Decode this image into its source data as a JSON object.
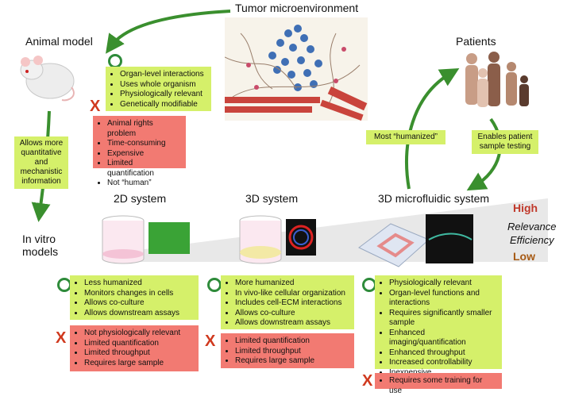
{
  "titles": {
    "tumor": "Tumor microenvironment",
    "animal": "Animal model",
    "patients": "Patients",
    "invitro_line1": "In vitro",
    "invitro_line2": "models",
    "sys2d": "2D system",
    "sys3d": "3D system",
    "sys3dmf": "3D microfluidic system"
  },
  "arrows": {
    "quantitative": [
      "Allows more",
      "quantitative",
      "and",
      "mechanistic",
      "information"
    ],
    "humanized": "Most “humanized”",
    "patient_testing": [
      "Enables patient",
      "sample testing"
    ]
  },
  "scale": {
    "high": "High",
    "relevance": "Relevance",
    "efficiency": "Efficiency",
    "low": "Low"
  },
  "symbols": {
    "pro": "O",
    "con": "X"
  },
  "animal": {
    "pros": [
      "Organ-level interactions",
      "Uses whole organism",
      "Physiologically relevant",
      "Genetically modifiable"
    ],
    "cons": [
      "Animal rights problem",
      "Time-consuming",
      "Expensive",
      "Limited quantification",
      "Not “human”"
    ]
  },
  "sys2d": {
    "pros": [
      "Less humanized",
      "Monitors changes in cells",
      "Allows co-culture",
      "Allows downstream assays"
    ],
    "cons": [
      "Not physiologically relevant",
      "Limited quantification",
      "Limited throughput",
      "Requires large sample"
    ]
  },
  "sys3d": {
    "pros": [
      "More humanized",
      "In vivo-like cellular organization",
      "Includes cell-ECM interactions",
      "Allows co-culture",
      "Allows downstream assays"
    ],
    "cons": [
      "Limited quantification",
      "Limited throughput",
      "Requires large sample"
    ]
  },
  "sys3dmf": {
    "pros": [
      "Physiologically relevant",
      "Organ-level functions and interactions",
      "Requires significantly smaller sample",
      "Enhanced imaging/quantification",
      "Enhanced throughput",
      "Increased controllability",
      "Inexpensive"
    ],
    "cons": [
      "Requires some training for use"
    ]
  },
  "colors": {
    "pro_box": "#d5f06a",
    "con_box": "#f27a72",
    "arrow": "#3a8f2e",
    "high": "#c0392b",
    "low": "#a65a14"
  }
}
